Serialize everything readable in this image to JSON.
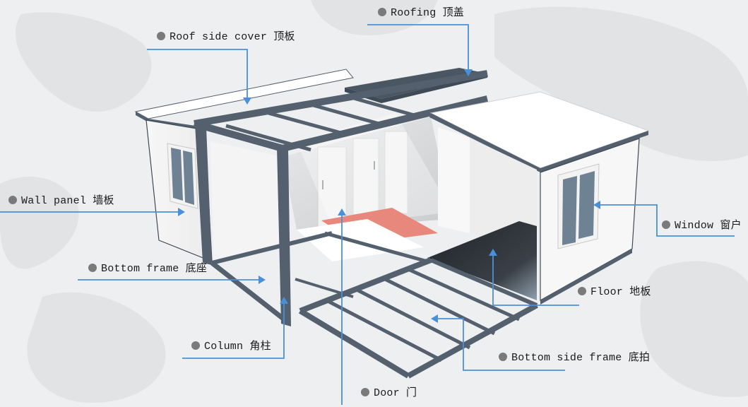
{
  "diagram": {
    "subject": "Expandable prefab container house structure",
    "colors": {
      "background": "#eeeff0",
      "frame_steel": "#54606e",
      "frame_dark": "#3f4a57",
      "roofing_panel": "#4b5663",
      "wall_panel": "#f6f6f6",
      "door_mat": "#e8877c",
      "floor_dark": "#2b3036",
      "leader_line": "#4a90d9",
      "label_dot": "#7a7a7a",
      "label_text": "#1a1a1a"
    },
    "labels": [
      {
        "id": "roofing",
        "text": "Roofing 顶盖",
        "en": "Roofing",
        "zh": "顶盖"
      },
      {
        "id": "roof-side-cover",
        "text": "Roof side cover 顶板",
        "en": "Roof side cover",
        "zh": "顶板"
      },
      {
        "id": "wall-panel",
        "text": "Wall panel 墙板",
        "en": "Wall panel",
        "zh": "墙板"
      },
      {
        "id": "window",
        "text": "Window 窗户",
        "en": "Window",
        "zh": "窗户"
      },
      {
        "id": "bottom-frame",
        "text": "Bottom frame 底座",
        "en": "Bottom frame",
        "zh": "底座"
      },
      {
        "id": "floor",
        "text": "Floor 地板",
        "en": "Floor",
        "zh": "地板"
      },
      {
        "id": "column",
        "text": "Column 角柱",
        "en": "Column",
        "zh": "角柱"
      },
      {
        "id": "bottom-side-frame",
        "text": "Bottom side frame 底拍",
        "en": "Bottom side frame",
        "zh": "底拍"
      },
      {
        "id": "door",
        "text": "Door 门",
        "en": "Door",
        "zh": "门"
      }
    ]
  }
}
